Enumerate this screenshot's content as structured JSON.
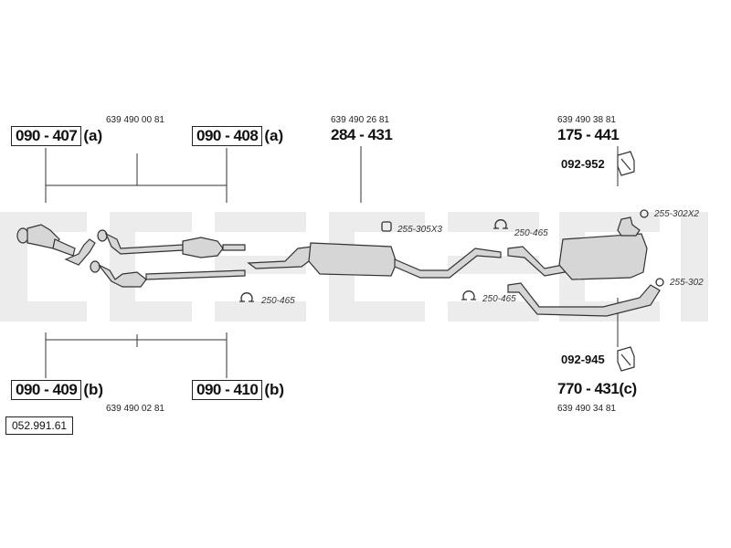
{
  "labels": {
    "left_top_1": {
      "code": "090 - 407",
      "suffix": "(a)"
    },
    "left_top_2": {
      "code": "090 - 408",
      "suffix": "(a)"
    },
    "left_top_oem": "639 490 00 81",
    "left_bottom_1": {
      "code": "090 - 409",
      "suffix": "(b)"
    },
    "left_bottom_2": {
      "code": "090 - 410",
      "suffix": "(b)"
    },
    "left_bottom_oem": "639 490 02 81",
    "mid_oem": "639 490 26 81",
    "mid_part": "284 - 431",
    "right_top_oem": "639 490 38 81",
    "right_top_part": "175 - 441",
    "right_top_bracket": "092-952",
    "right_bottom_bracket": "092-945",
    "right_bottom_part": "770 - 431(c)",
    "right_bottom_oem": "639 490 34 81"
  },
  "refs": {
    "clamp_left": "250-465",
    "clamp_mid_top": "250-465",
    "clamp_mid_bottom": "250-465",
    "hanger_mid": "255-305X3",
    "ring_right_top": "255-302X2",
    "ring_right_bottom": "255-302"
  },
  "diagram_id": "052.991.61",
  "colors": {
    "watermark": "#e9e9e9",
    "line": "#333333",
    "part_fill": "#d6d6d6"
  }
}
